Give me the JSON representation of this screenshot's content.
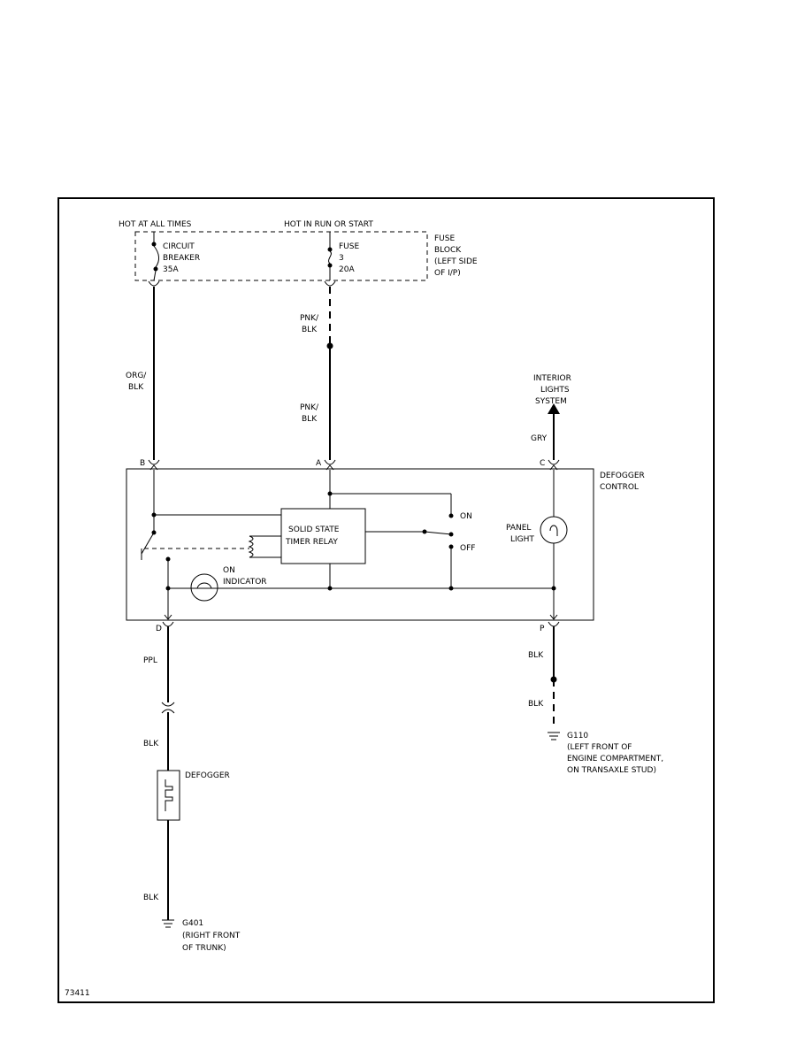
{
  "diagram_id": "73411",
  "power": {
    "hot_at_all_times": "HOT AT ALL TIMES",
    "hot_in_run_or_start": "HOT IN RUN OR START"
  },
  "fuse_block": {
    "label_lines": [
      "FUSE",
      "BLOCK",
      "(LEFT SIDE",
      "OF I/P)"
    ],
    "circuit_breaker": [
      "CIRCUIT",
      "BREAKER",
      "35A"
    ],
    "fuse": [
      "FUSE",
      "3",
      "20A"
    ]
  },
  "wires": {
    "org_blk": [
      "ORG/",
      "BLK"
    ],
    "pnk_blk_upper": [
      "PNK/",
      "BLK"
    ],
    "pnk_blk_lower": [
      "PNK/",
      "BLK"
    ],
    "gry": "GRY",
    "ppl": "PPL",
    "blk_defogger_top": "BLK",
    "blk_defogger_bottom": "BLK",
    "blk_ground_upper": "BLK",
    "blk_ground_lower": "BLK"
  },
  "interior_lights": [
    "INTERIOR",
    "LIGHTS",
    "SYSTEM"
  ],
  "connectors": {
    "b": "B",
    "a": "A",
    "c": "C",
    "d": "D",
    "p": "P"
  },
  "defogger_control": {
    "label_lines": [
      "DEFOGGER",
      "CONTROL"
    ],
    "relay": [
      "SOLID STATE",
      "TIMER RELAY"
    ],
    "switch_on": "ON",
    "switch_off": "OFF",
    "panel_light": [
      "PANEL",
      "LIGHT"
    ],
    "on_indicator": [
      "ON",
      "INDICATOR"
    ]
  },
  "defogger": {
    "label": "DEFOGGER"
  },
  "grounds": {
    "g401": [
      "G401",
      "(RIGHT FRONT",
      "OF TRUNK)"
    ],
    "g110": [
      "G110",
      "(LEFT FRONT OF",
      "ENGINE COMPARTMENT,",
      "ON TRANSAXLE STUD)"
    ]
  }
}
